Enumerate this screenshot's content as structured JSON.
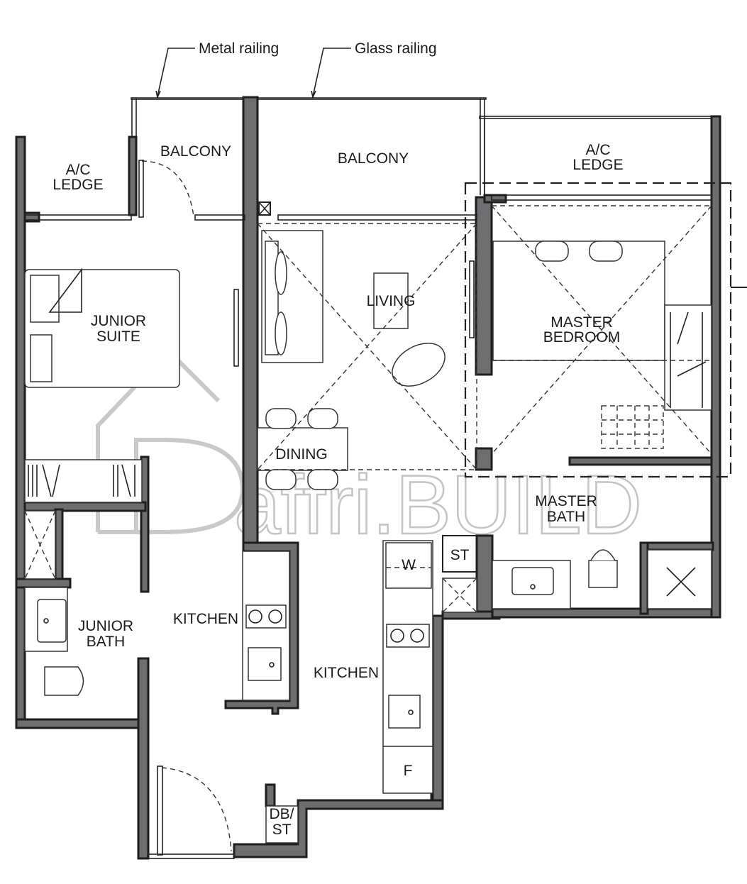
{
  "annotations": {
    "metal_railing": "Metal railing",
    "glass_railing": "Glass railing"
  },
  "rooms": {
    "ac_ledge_left": [
      "A/C",
      "LEDGE"
    ],
    "balcony_left": "BALCONY",
    "balcony_main": "BALCONY",
    "ac_ledge_right": [
      "A/C",
      "LEDGE"
    ],
    "junior_suite": [
      "JUNIOR",
      "SUITE"
    ],
    "living": "LIVING",
    "master_bedroom": [
      "MASTER",
      "BEDROOM"
    ],
    "dining": "DINING",
    "master_bath": [
      "MASTER",
      "BATH"
    ],
    "kitchen_left": "KITCHEN",
    "kitchen_right": "KITCHEN",
    "junior_bath": [
      "JUNIOR",
      "BATH"
    ],
    "store": "ST",
    "washer": "W",
    "fridge": "F",
    "db_st": [
      "DB/",
      "ST"
    ]
  },
  "watermark": "affri.BUILD",
  "colors": {
    "wall_fill": "#6e6e71",
    "line": "#222222",
    "watermark": "#c4c4c4"
  }
}
